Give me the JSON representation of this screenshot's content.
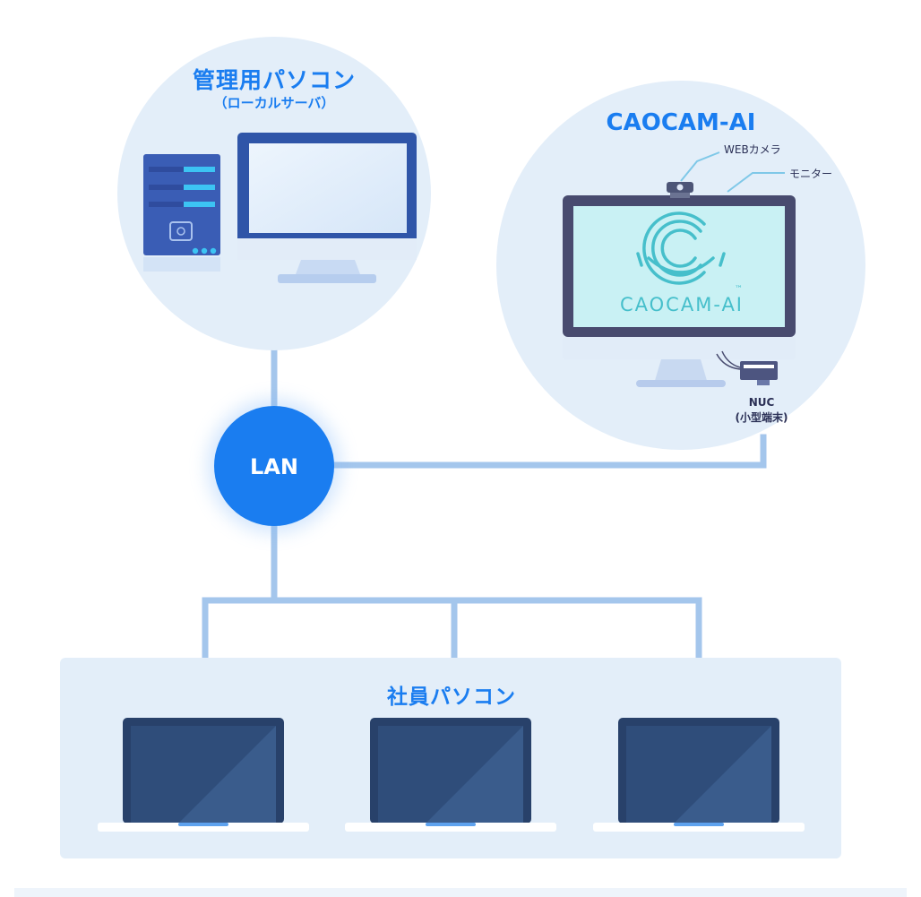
{
  "admin_pc": {
    "title": "管理用パソコン",
    "subtitle": "（ローカルサーバ）"
  },
  "caocam": {
    "title": "CAOCAM-AI",
    "webcam_label": "WEBカメラ",
    "monitor_label": "モニター",
    "screen_logo": "CAOCAM-AI",
    "trademark": "™",
    "nuc_label": "NUC",
    "nuc_sub": "(小型端末)"
  },
  "lan": {
    "label": "LAN"
  },
  "employees": {
    "title": "社員パソコン",
    "laptop_count": 3
  },
  "colors": {
    "accent": "#1a7df0",
    "circle_bg": "#e3eef9",
    "line": "#a4c6ec",
    "lan_node": "#1a7df0",
    "laptop_screen": "#2f4d7a",
    "monitor_screen": "#c9f1f4",
    "logo": "#46bfcb"
  },
  "icons": [
    "server-icon",
    "monitor-icon",
    "webcam-icon",
    "nuc-icon",
    "laptop-icon",
    "caocam-logo-icon"
  ]
}
